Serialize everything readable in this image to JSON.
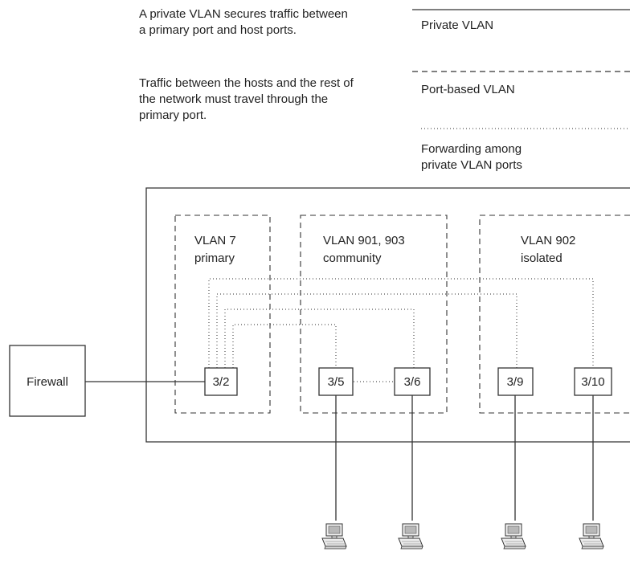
{
  "intro": {
    "paragraph1": "A private VLAN secures traffic between a primary port and host ports.",
    "paragraph2": "Traffic between the hosts and the rest of the network must travel through the primary port."
  },
  "legend": {
    "solid_label": "Private VLAN",
    "dashed_label": "Port-based VLAN",
    "dotted_label_line1": "Forwarding among",
    "dotted_label_line2": "private VLAN ports"
  },
  "firewall": {
    "label": "Firewall"
  },
  "vlans": [
    {
      "line1": "VLAN 7",
      "line2": "primary"
    },
    {
      "line1": "VLAN 901, 903",
      "line2": "community"
    },
    {
      "line1": "VLAN 902",
      "line2": "isolated"
    }
  ],
  "ports": [
    {
      "label": "3/2"
    },
    {
      "label": "3/5"
    },
    {
      "label": "3/6"
    },
    {
      "label": "3/9"
    },
    {
      "label": "3/10"
    }
  ],
  "icons": {
    "host": "computer-icon"
  },
  "colors": {
    "line": "#333333",
    "text": "#222222",
    "background": "#ffffff"
  }
}
